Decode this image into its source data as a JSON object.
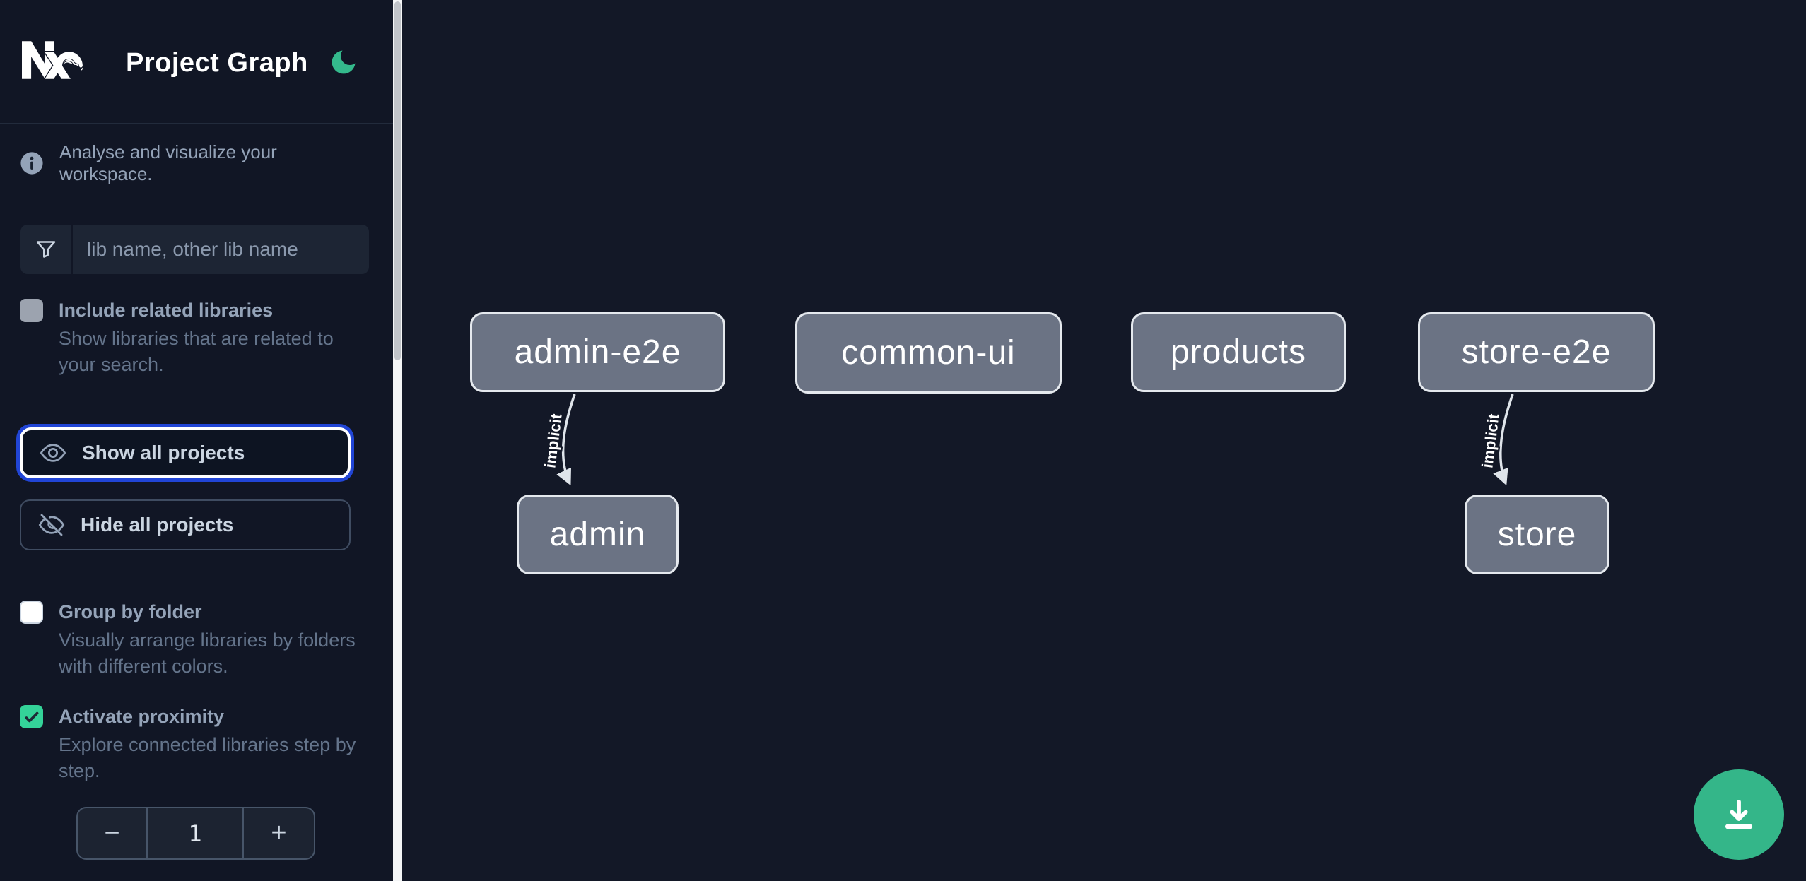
{
  "header": {
    "app_title": "Project Graph",
    "logo": "nx-logo",
    "theme_toggle_icon": "moon-icon"
  },
  "sidebar": {
    "info": {
      "icon": "info-icon",
      "text": "Analyse and visualize your workspace."
    },
    "search": {
      "icon": "filter-icon",
      "placeholder": "lib name, other lib name",
      "value": ""
    },
    "toggles": {
      "include_related": {
        "label": "Include related libraries",
        "description": "Show libraries that are related to your search.",
        "checked": false
      },
      "group_by_folder": {
        "label": "Group by folder",
        "description": "Visually arrange libraries by folders with different colors.",
        "checked": false
      },
      "activate_proximity": {
        "label": "Activate proximity",
        "description": "Explore connected libraries step by step.",
        "checked": true
      }
    },
    "buttons": {
      "show_all": {
        "label": "Show all projects",
        "icon": "eye-icon",
        "focused": true
      },
      "hide_all": {
        "label": "Hide all projects",
        "icon": "eye-slash-icon",
        "focused": false
      }
    },
    "proximity_stepper": {
      "decrement_label": "−",
      "value": "1",
      "increment_label": "+"
    }
  },
  "graph": {
    "nodes": [
      {
        "id": "admin-e2e",
        "label": "admin-e2e"
      },
      {
        "id": "common-ui",
        "label": "common-ui"
      },
      {
        "id": "products",
        "label": "products"
      },
      {
        "id": "store-e2e",
        "label": "store-e2e"
      },
      {
        "id": "admin",
        "label": "admin"
      },
      {
        "id": "store",
        "label": "store"
      }
    ],
    "edges": [
      {
        "source": "admin-e2e",
        "target": "admin",
        "type": "implicit",
        "label": "implicit"
      },
      {
        "source": "store-e2e",
        "target": "store",
        "type": "implicit",
        "label": "implicit"
      }
    ]
  },
  "fab": {
    "icon": "download-icon"
  },
  "colors": {
    "accent_green": "#34b98c",
    "checkbox_checked_green": "#34d399",
    "focus_blue": "#2145d6",
    "node_fill": "#6b7384",
    "sidebar_bg": "#111625",
    "canvas_bg": "#131827"
  }
}
